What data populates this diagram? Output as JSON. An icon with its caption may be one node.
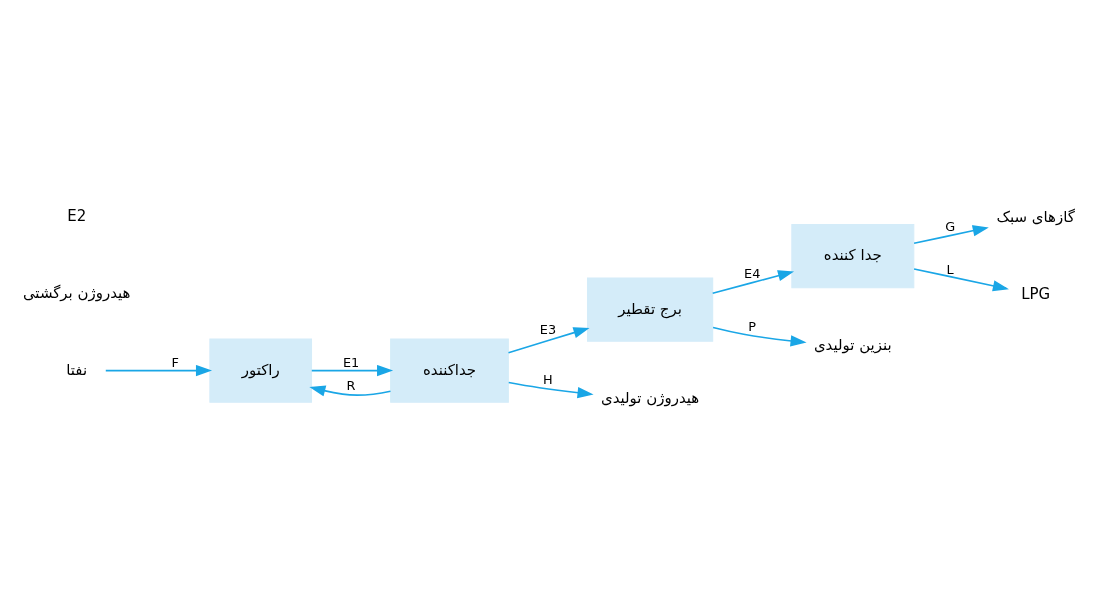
{
  "diagram": {
    "nodes": [
      {
        "text": [
          "راکتور"
        ]
      },
      {
        "text": [
          "جداکننده"
        ]
      },
      {
        "text": [
          "برج تقطیر"
        ]
      },
      {
        "text": [
          "جدا کننده"
        ]
      },
      {
        "text": [
          "نفتا"
        ]
      },
      {
        "text": [
          "هیدروژن تولیدی"
        ]
      },
      {
        "text": [
          "گازهای سبک"
        ]
      },
      {
        "text": [
          "LPG"
        ]
      },
      {
        "text": [
          "بنزین تولیدی"
        ]
      }
    ],
    "edges": [
      {
        "from": 4,
        "to": 0,
        "arrow": "to",
        "label": "F"
      },
      {
        "from": 0,
        "to": 1,
        "arrow": "to",
        "label": "E1"
      },
      {
        "from": 1,
        "to": 0,
        "arrow": "to",
        "label": "R"
      },
      {
        "from": 1,
        "to": 5,
        "arrow": "to",
        "label": "H"
      },
      {
        "from": 1,
        "to": 2,
        "arrow": "to",
        "label": "E3"
      },
      {
        "from": 2,
        "to": 3,
        "arrow": "to",
        "label": "E4"
      },
      {
        "from": 3,
        "to": 6,
        "arrow": "to",
        "label": "G"
      },
      {
        "from": 3,
        "to": 7,
        "arrow": "to",
        "label": "L"
      },
      {
        "from": 2,
        "to": 8,
        "arrow": "to",
        "label": "P"
      }
    ],
    "labels": [
      "هیدروژن برگشتی",
      "E2"
    ]
  }
}
